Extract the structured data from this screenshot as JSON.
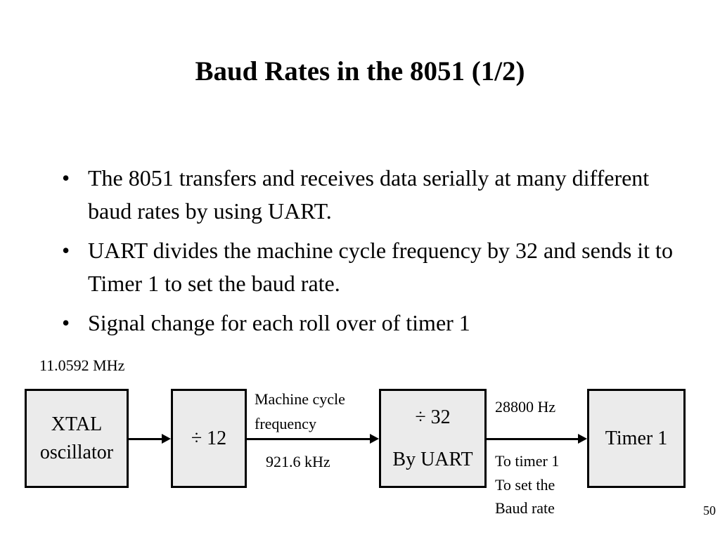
{
  "slide": {
    "title": "Baud Rates in the 8051 (1/2)",
    "bullets": [
      {
        "marker": "•",
        "text": "The 8051 transfers and receives data serially at many different baud rates by using UART."
      },
      {
        "marker": "•",
        "text": "UART divides the machine cycle frequency by 32 and sends it to Timer 1 to set the baud rate."
      },
      {
        "marker": "•",
        "text": "Signal change for each roll over of timer 1"
      }
    ],
    "page_number": "50"
  },
  "diagram": {
    "blocks": {
      "xtal": {
        "line1": "XTAL",
        "line2": "oscillator"
      },
      "div12": {
        "label": "÷ 12"
      },
      "uart": {
        "line1": "÷ 32",
        "line2": "By UART"
      },
      "timer1": {
        "label": "Timer 1"
      }
    },
    "labels": {
      "xtal_freq": "11.0592 MHz",
      "machine_cycle_line1": "Machine cycle",
      "machine_cycle_line2": "frequency",
      "machine_cycle_value": "921.6 kHz",
      "uart_output_freq": "28800 Hz",
      "to_timer_line1": "To timer 1",
      "to_timer_line2": "To set the",
      "to_timer_line3": "Baud rate"
    },
    "colors": {
      "block_fill": "#ebebeb",
      "stroke": "#000000"
    }
  }
}
